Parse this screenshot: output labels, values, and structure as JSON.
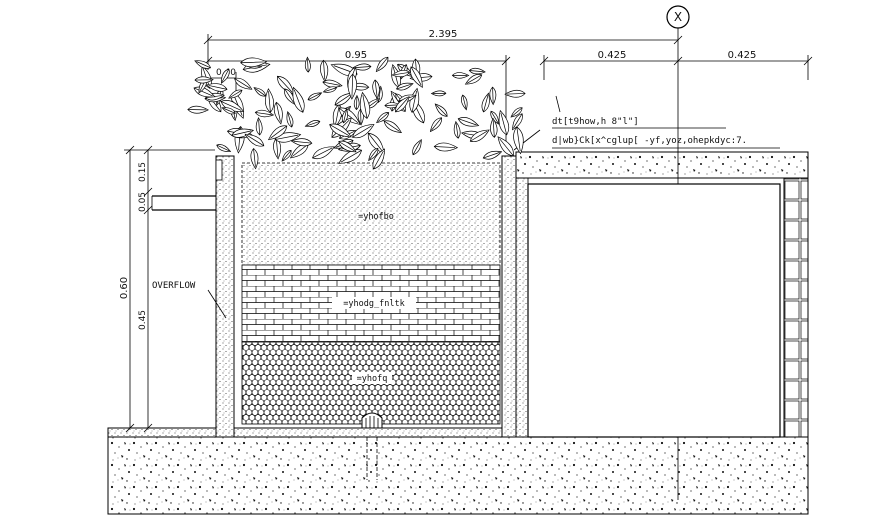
{
  "grid": {
    "marker": "X"
  },
  "dimensions": {
    "overall_width": "2.395",
    "planter_width": "0.95",
    "wall_thickness": "0.40",
    "right_span_left": "0.425",
    "right_span_right": "0.425",
    "total_height": "0.60",
    "top_depth": "0.15",
    "pipe_size": "0.05",
    "lower_depth": "0.45"
  },
  "notes": {
    "line1": "dt[t9how,h  8\"l\"]",
    "line2": "d|wb}Ck[x^cglup[  -yf,yoz,ohepkdyc:7."
  },
  "labels": {
    "overflow": "OVERFLOW",
    "soil_layer": "=yhofbo",
    "filter_layer": "=yhodg_fnltk",
    "drainage_layer": "=yhofq"
  }
}
